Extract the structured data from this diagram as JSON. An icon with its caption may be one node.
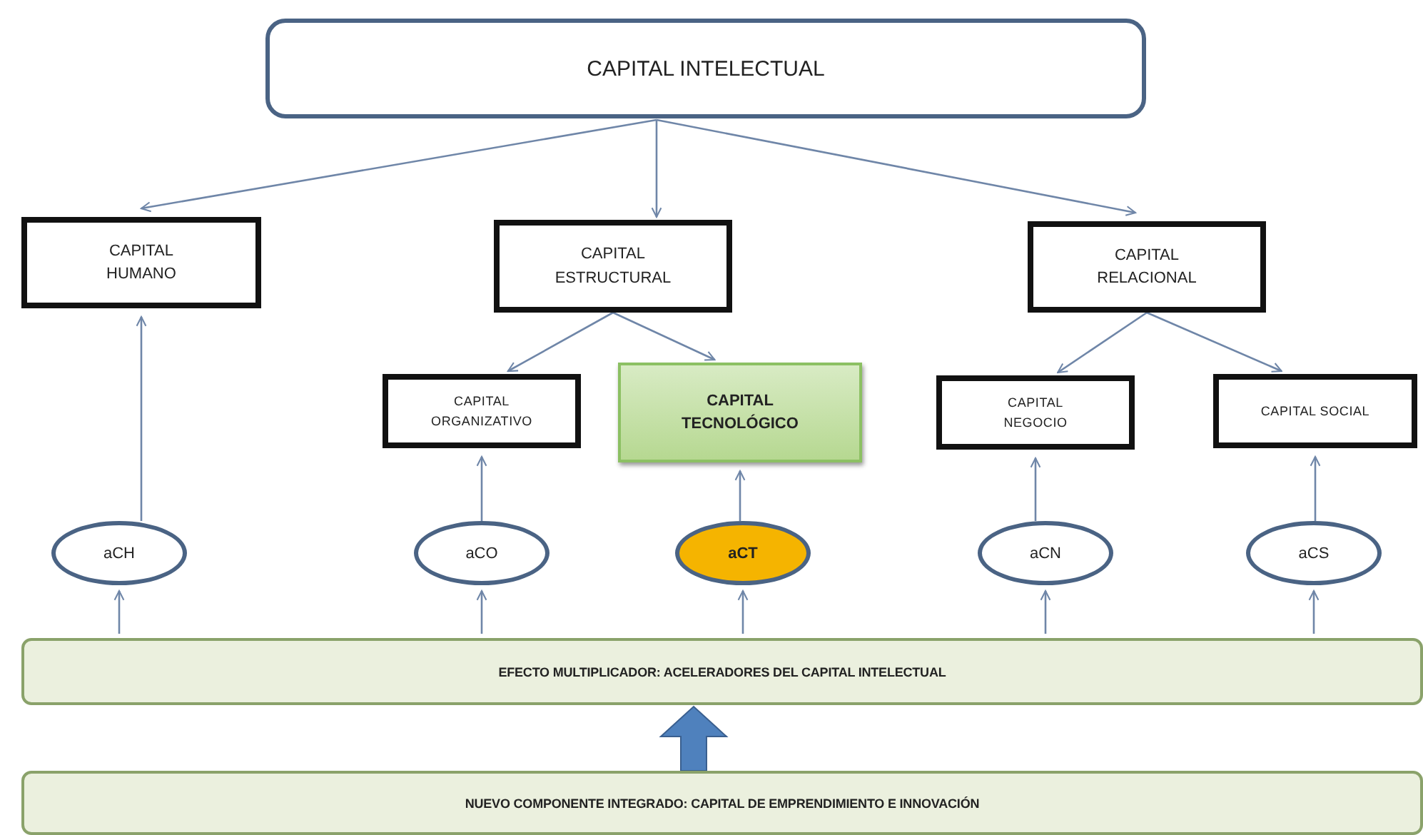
{
  "diagram": {
    "nodes": [
      {
        "text": [
          "CAPITAL INTELECTUAL"
        ]
      },
      {
        "text": [
          "CAPITAL HUMANO"
        ]
      },
      {
        "text": [
          "CAPITAL ESTRUCTURAL"
        ]
      },
      {
        "text": [
          "CAPITAL RELACIONAL"
        ]
      },
      {
        "text": [
          "CAPITAL ORGANIZATIVO"
        ]
      },
      {
        "text": [
          "CAPITAL TECNOLÓGICO"
        ]
      },
      {
        "text": [
          "CAPITAL NEGOCIO"
        ]
      },
      {
        "text": [
          "CAPITAL SOCIAL"
        ]
      },
      {
        "text": [
          "aCH"
        ]
      },
      {
        "text": [
          "aCO"
        ]
      },
      {
        "text": [
          "aCT"
        ]
      },
      {
        "text": [
          "aCN"
        ]
      },
      {
        "text": [
          "aCS"
        ]
      },
      {
        "text": [
          "EFECTO MULTIPLICADOR: ACELERADORES DEL CAPITAL INTELECTUAL"
        ]
      },
      {
        "text": [
          "NUEVO COMPONENTE INTEGRADO: CAPITAL DE EMPRENDIMIENTO E INNOVACIÓN"
        ]
      }
    ],
    "edges": [
      {
        "from": 0,
        "to": 1,
        "arrow": "to"
      },
      {
        "from": 0,
        "to": 2,
        "arrow": "to"
      },
      {
        "from": 0,
        "to": 3,
        "arrow": "to"
      },
      {
        "from": 2,
        "to": 4,
        "arrow": "to"
      },
      {
        "from": 2,
        "to": 5,
        "arrow": "to"
      },
      {
        "from": 3,
        "to": 6,
        "arrow": "to"
      },
      {
        "from": 3,
        "to": 7,
        "arrow": "to"
      },
      {
        "from": 8,
        "to": 1,
        "arrow": "to"
      },
      {
        "from": 9,
        "to": 4,
        "arrow": "to"
      },
      {
        "from": 10,
        "to": 5,
        "arrow": "to"
      },
      {
        "from": 11,
        "to": 6,
        "arrow": "to"
      },
      {
        "from": 12,
        "to": 7,
        "arrow": "to"
      },
      {
        "from": 13,
        "to": 8,
        "arrow": "to"
      },
      {
        "from": 13,
        "to": 9,
        "arrow": "to"
      },
      {
        "from": 13,
        "to": 10,
        "arrow": "to"
      },
      {
        "from": 13,
        "to": 11,
        "arrow": "to"
      },
      {
        "from": 13,
        "to": 12,
        "arrow": "to"
      },
      {
        "from": 14,
        "to": 13,
        "arrow": "to",
        "style": "thick",
        "color": "#4f81bd"
      }
    ]
  }
}
